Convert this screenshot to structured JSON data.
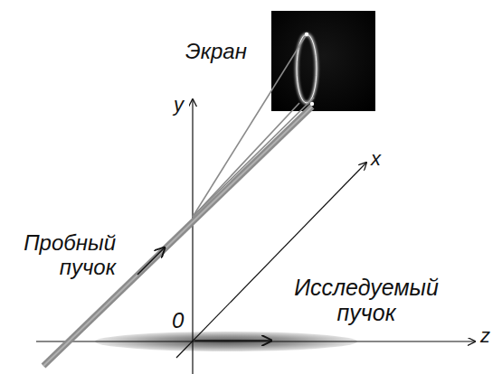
{
  "diagram": {
    "labels": [
      "Экран",
      "y",
      "x",
      "Пробный пучок",
      "0",
      "Исследуемый пучок",
      "z"
    ]
  }
}
